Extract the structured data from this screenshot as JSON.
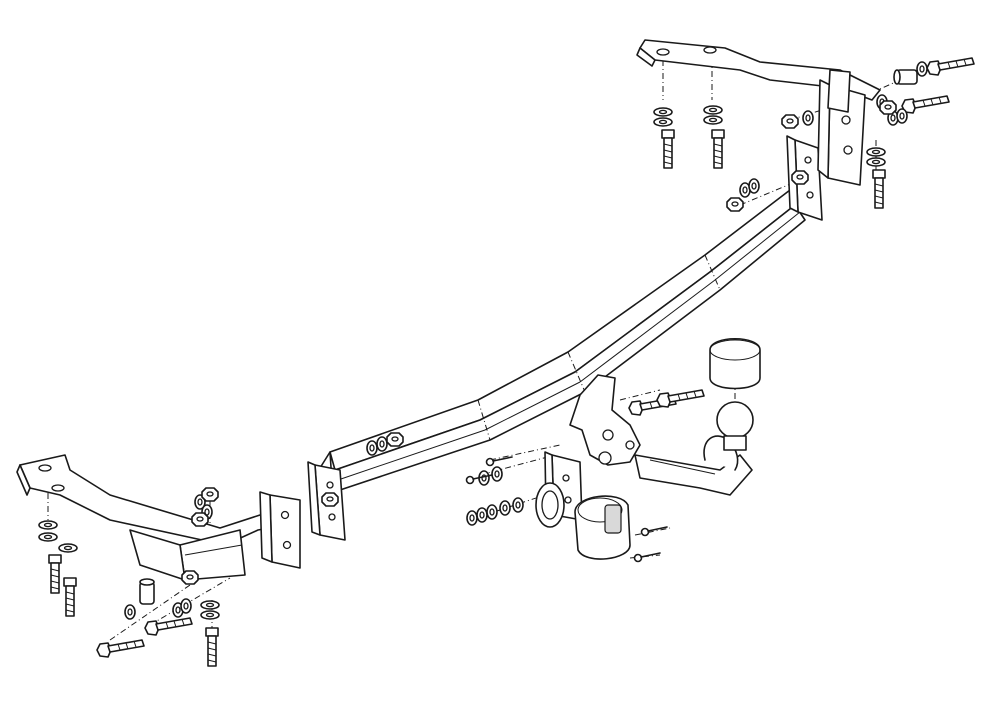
{
  "figure": {
    "kind": "exploded-assembly-line-drawing",
    "background": "#ffffff",
    "stroke": "#1a1a1a",
    "parts": [
      "crossbar",
      "left-mounting-bracket",
      "right-mounting-bracket",
      "left-side-plate",
      "right-side-plate",
      "tow-ball-neck",
      "tow-ball-cap",
      "socket-mounting-plate",
      "electrical-socket",
      "bolt",
      "washer",
      "nut",
      "spacer"
    ]
  }
}
